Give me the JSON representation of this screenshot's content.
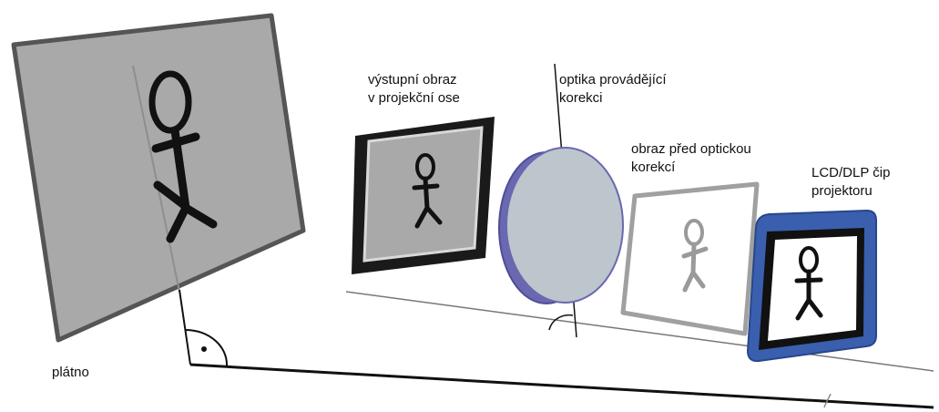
{
  "labels": {
    "output_image": [
      "výstupní obraz",
      "v projekční ose"
    ],
    "correction_optics": [
      "optika provádějící",
      "korekci"
    ],
    "image_before_correction": [
      "obraz před optickou",
      "korekcí"
    ],
    "projector_chip": [
      "LCD/DLP čip",
      "projektoru"
    ],
    "screen": "plátno"
  },
  "colors": {
    "screen_fill": "#a9a9a9",
    "frame_dark": "#4d4d4d",
    "lens_front": "#bcc6cc",
    "lens_rim": "#6a68b0",
    "chip_frame": "#3a5fae",
    "figure_stroke": "#111111",
    "faded_figure": "#9a9a9a",
    "axis_line": "#111111"
  },
  "icons": [
    "stick-figure-icon",
    "right-angle-marker-icon",
    "angle-arc-icon"
  ]
}
